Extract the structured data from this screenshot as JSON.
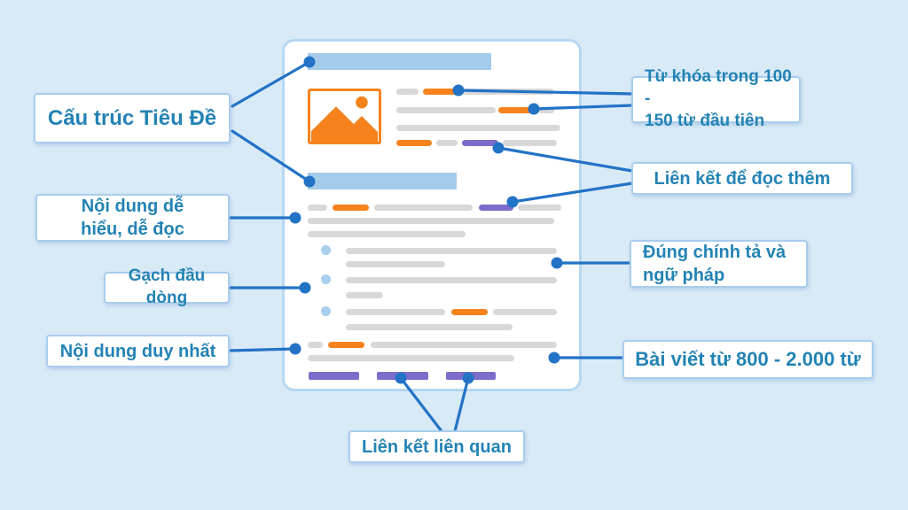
{
  "colors": {
    "background": "#d9eaf7",
    "connector_blue": "#2273c6",
    "label_text": "#2383b4",
    "label_border": "#a9cdec",
    "heading_bar": "#a5cbea",
    "bullet_blue": "#a9cfee",
    "text_line_gray": "#d8d8d8",
    "highlight_orange": "#f6821d",
    "link_purple": "#7e6cca",
    "document_border": "#b5d8f2"
  },
  "labels": {
    "title_structure": "Cấu trúc Tiêu Đề",
    "readable_content": "Nội dung dễ\nhiểu, dễ đọc",
    "bullet_points": "Gạch đầu dòng",
    "unique_content": "Nội dung duy nhất",
    "keyword_first_words": "Từ khóa trong 100 -\n150 từ đầu tiên",
    "read_more_links": "Liên kết để đọc thêm",
    "correct_spelling_grammar": "Đúng chính tả và\nngữ pháp",
    "article_length": "Bài viết từ 800 - 2.000 từ",
    "related_links": "Liên kết liên quan"
  },
  "document_mockup": {
    "description_icons": [
      "heading-bar",
      "image-placeholder",
      "text-lines",
      "keyword-highlights",
      "link-highlights",
      "bullet-list",
      "related-link-blocks"
    ]
  }
}
